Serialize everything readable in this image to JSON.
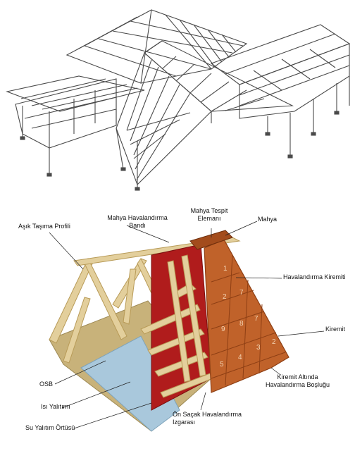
{
  "labels": {
    "asik": "Aşık Taşıma Profili",
    "mahya_band_1": "Mahya Havalandırma",
    "mahya_band_2": "Bandı",
    "mahya_tespit_1": "Mahya Tespit",
    "mahya_tespit_2": "Elemanı",
    "mahya": "Mahya",
    "hav_kiremit": "Havalandırma Kiremiti",
    "kiremit": "Kiremit",
    "osb": "OSB",
    "isi": "Isı Yalıtımı",
    "su": "Su Yalıtım Örtüsü",
    "bosluk_1": "Kiremit Altında",
    "bosluk_2": "Havalandırma Boşluğu",
    "izgara_1": "Ön Saçak Havalandırma",
    "izgara_2": "Izgarası"
  },
  "tile_numbers": [
    "1",
    "2",
    "7",
    "9",
    "8",
    "7",
    "5",
    "4",
    "3",
    "2"
  ],
  "colors": {
    "frame_line": "#4a4a4a",
    "wood": "#e3cf9c",
    "wood_dark": "#c4a968",
    "osb": "#c8b27a",
    "insulation": "#a9c8dc",
    "membrane": "#b01c1c",
    "tile": "#c0622a",
    "tile_dark": "#8e3f14"
  }
}
